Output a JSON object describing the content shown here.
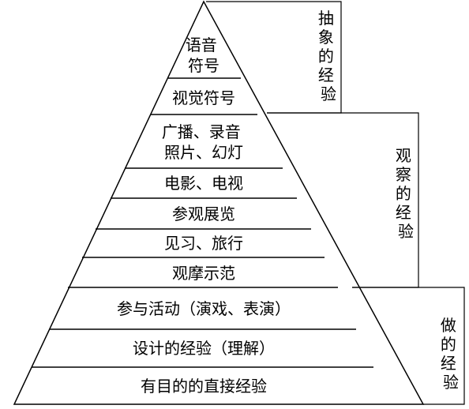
{
  "diagram": {
    "layers": [
      {
        "lines": [
          "语音",
          "符号"
        ]
      },
      {
        "lines": [
          "视觉符号"
        ]
      },
      {
        "lines": [
          "广播、录音",
          "照片、幻灯"
        ]
      },
      {
        "lines": [
          "电影、电视"
        ]
      },
      {
        "lines": [
          "参观展览"
        ]
      },
      {
        "lines": [
          "见习、旅行"
        ]
      },
      {
        "lines": [
          "观摩示范"
        ]
      },
      {
        "lines": [
          "参与活动（演戏、表演）"
        ]
      },
      {
        "lines": [
          "设计的经验（理解）"
        ]
      },
      {
        "lines": [
          "有目的的直接经验"
        ]
      }
    ],
    "groups": [
      {
        "label": "抽象的经验",
        "chars": [
          "抽",
          "象",
          "的",
          "经",
          "验"
        ]
      },
      {
        "label": "观察的经验",
        "chars": [
          "观",
          "察",
          "的",
          "经",
          "验"
        ]
      },
      {
        "label": "做的经验",
        "chars": [
          "做",
          "的",
          "经",
          "验"
        ]
      }
    ],
    "colors": {
      "line": "#000000",
      "text": "#000000",
      "background": "#ffffff"
    }
  }
}
